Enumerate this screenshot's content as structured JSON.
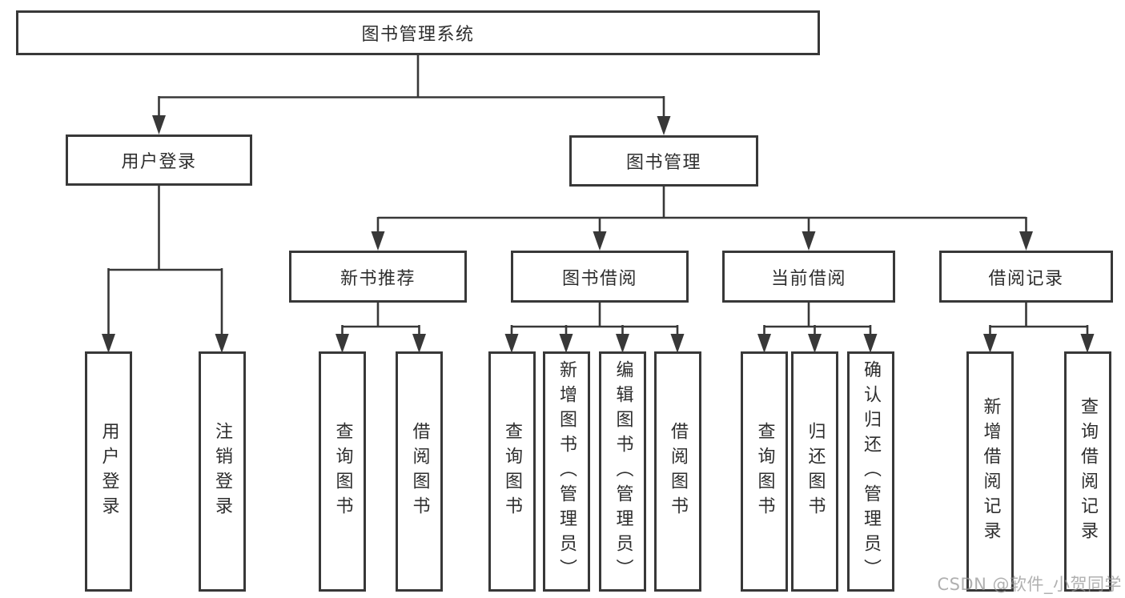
{
  "tree": {
    "root": {
      "label": "图书管理系统"
    },
    "level2": [
      {
        "label": "用户登录",
        "children": [
          {
            "label": "用户登录"
          },
          {
            "label": "注销登录"
          }
        ]
      },
      {
        "label": "图书管理",
        "children": [
          {
            "label": "新书推荐",
            "children": [
              {
                "label": "查询图书"
              },
              {
                "label": "借阅图书"
              }
            ]
          },
          {
            "label": "图书借阅",
            "children": [
              {
                "label": "查询图书"
              },
              {
                "label": "新增图书（管理员）"
              },
              {
                "label": "编辑图书（管理员）"
              },
              {
                "label": "借阅图书"
              }
            ]
          },
          {
            "label": "当前借阅",
            "children": [
              {
                "label": "查询图书"
              },
              {
                "label": "归还图书"
              },
              {
                "label": "确认归还（管理员）"
              }
            ]
          },
          {
            "label": "借阅记录",
            "children": [
              {
                "label": "新增借阅记录"
              },
              {
                "label": "查询借阅记录"
              }
            ]
          }
        ]
      }
    ]
  },
  "watermark": {
    "text": "CSDN @软件_小贺同学"
  },
  "colors": {
    "line": "#383838",
    "text": "#2e2e2e",
    "box_fill": "#ffffff",
    "watermark": "#969696",
    "background": "#ffffff"
  }
}
